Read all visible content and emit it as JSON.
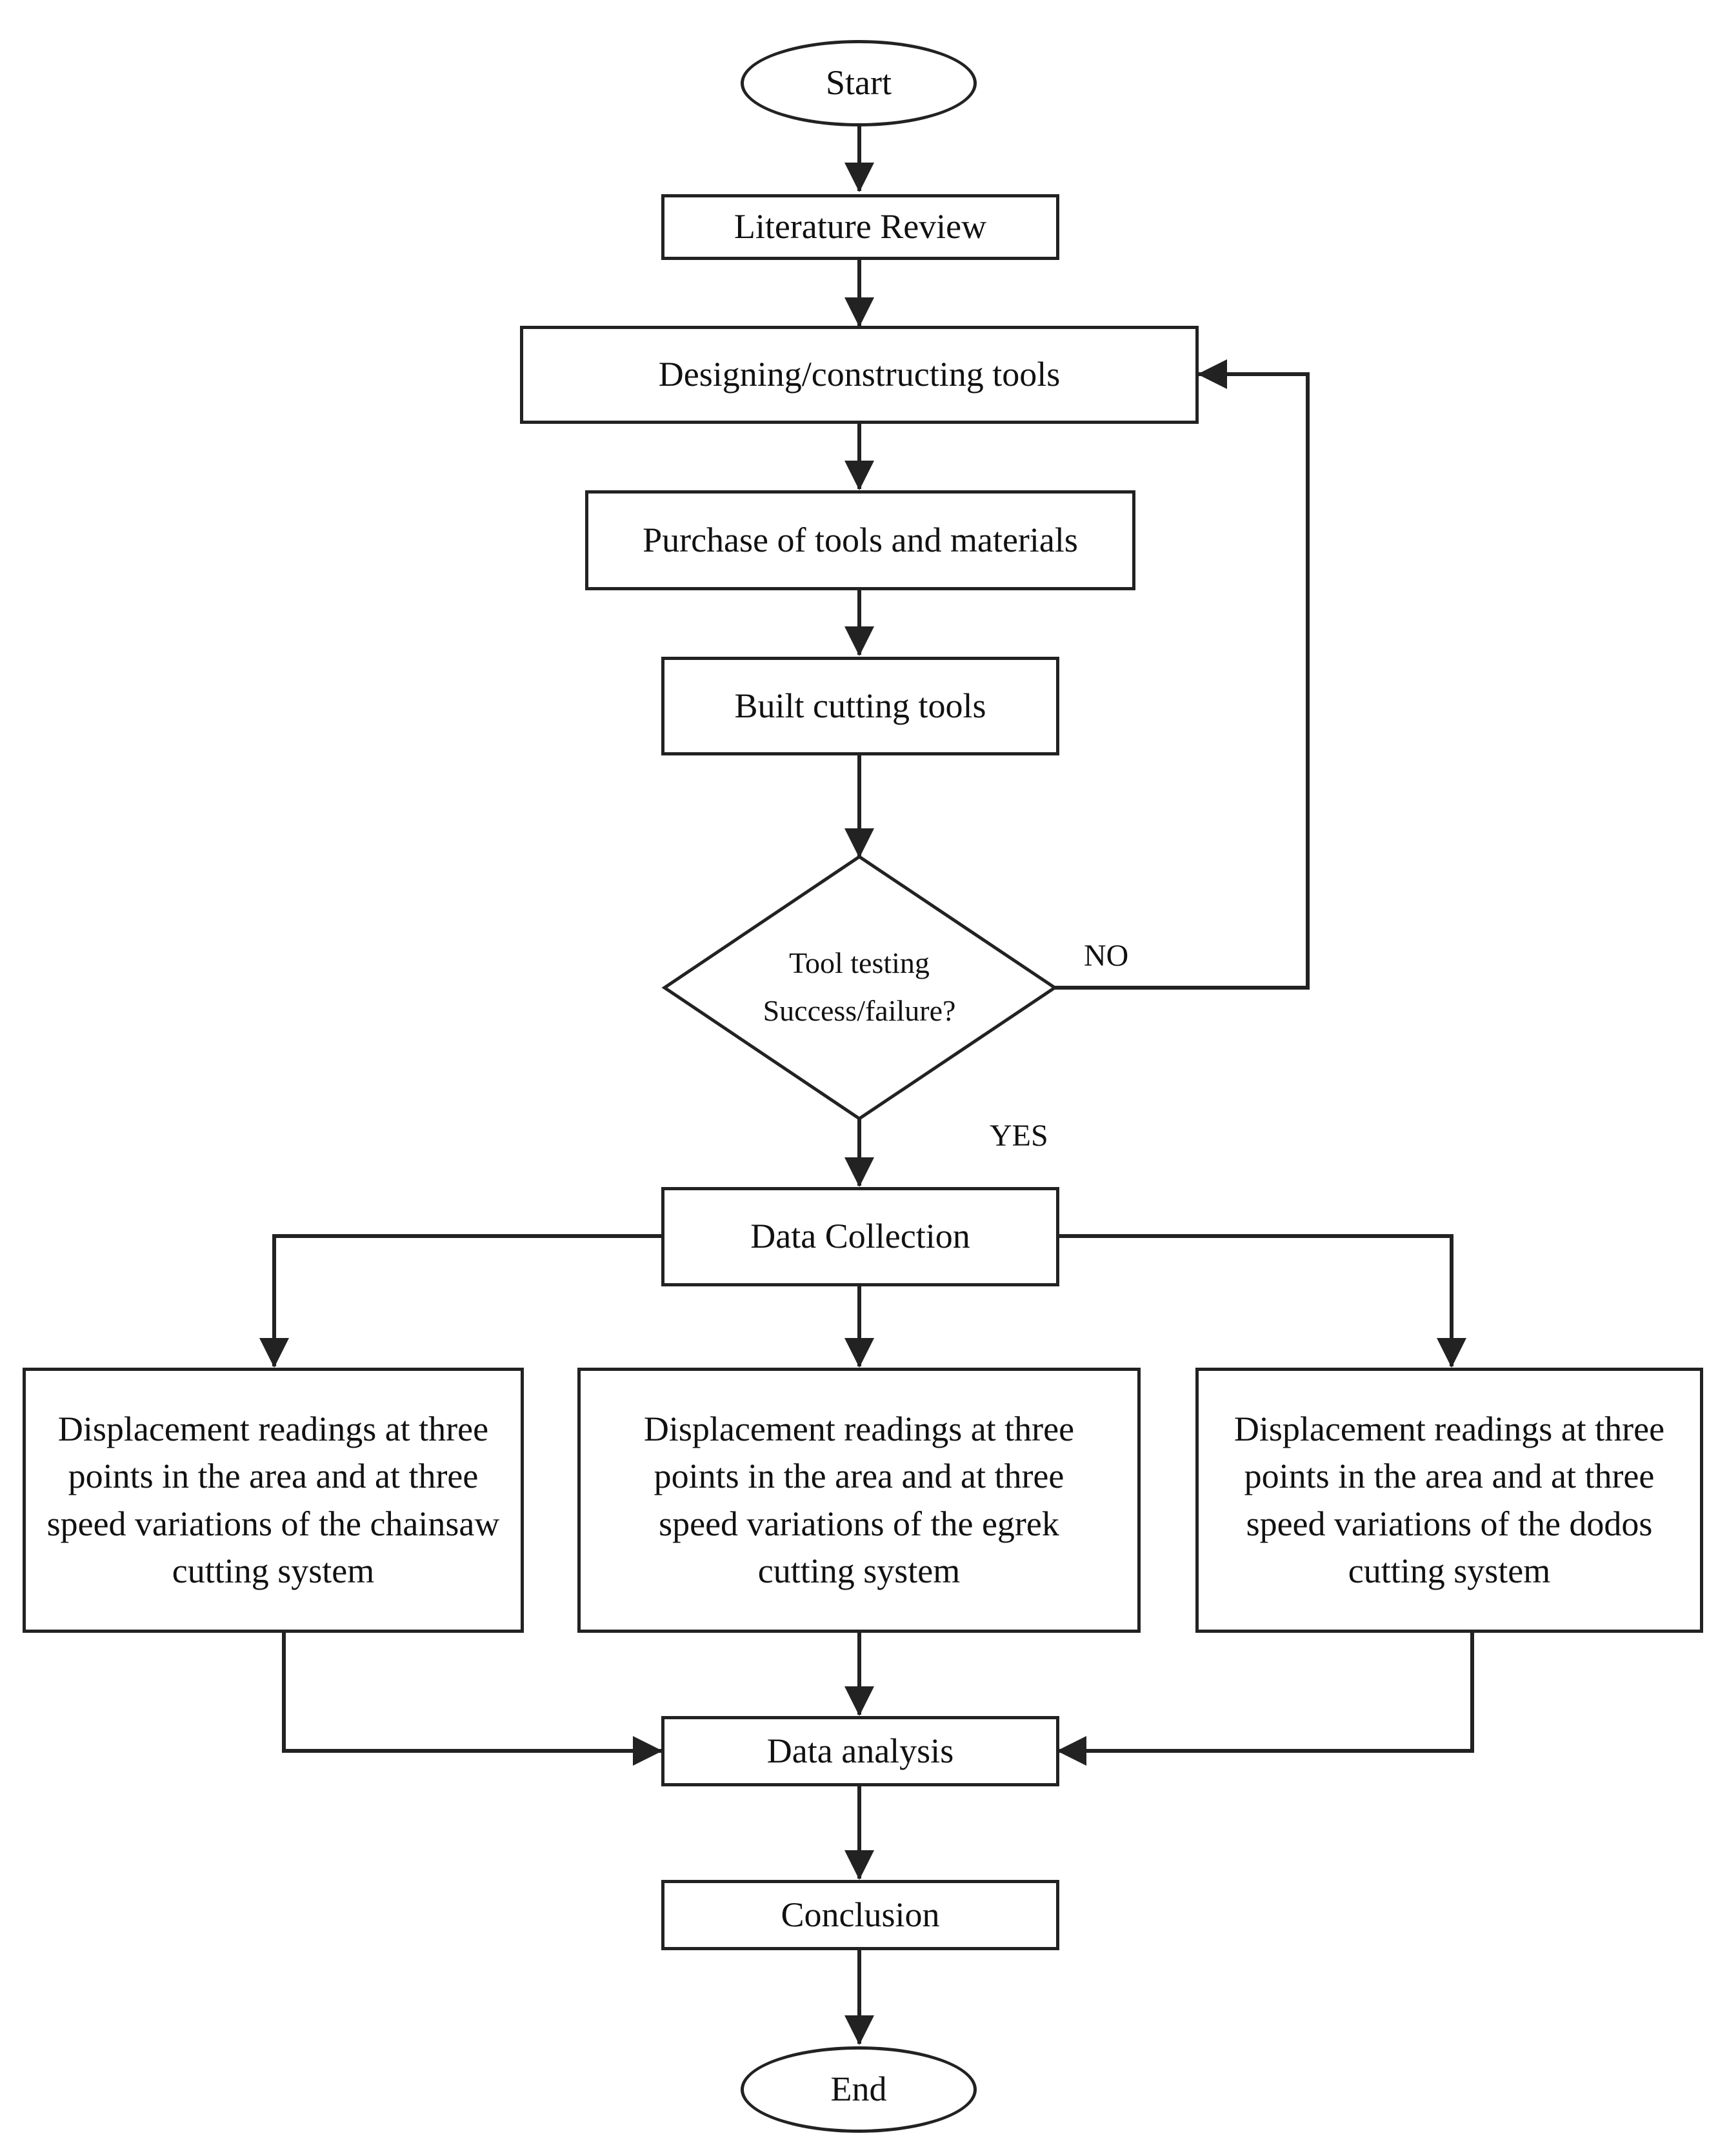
{
  "diagram": {
    "type": "flowchart",
    "nodes": {
      "start": "Start",
      "literature": "Literature Review",
      "designing": "Designing/constructing tools",
      "purchase": "Purchase of tools and materials",
      "built": "Built cutting tools",
      "decision_line1": "Tool testing",
      "decision_line2": "Success/failure?",
      "collection": "Data Collection",
      "branch_chainsaw": "Displacement readings at three points in the area and at three speed variations of the chainsaw cutting system",
      "branch_egrek": "Displacement readings at three points in the area and at three speed variations of the egrek cutting system",
      "branch_dodos": "Displacement readings at three points in the area and at three speed variations of the dodos cutting system",
      "analysis": "Data analysis",
      "conclusion": "Conclusion",
      "end": "End"
    },
    "edge_labels": {
      "no": "NO",
      "yes": "YES"
    },
    "colors": {
      "stroke": "#222222",
      "background": "#ffffff",
      "text": "#111111"
    }
  }
}
